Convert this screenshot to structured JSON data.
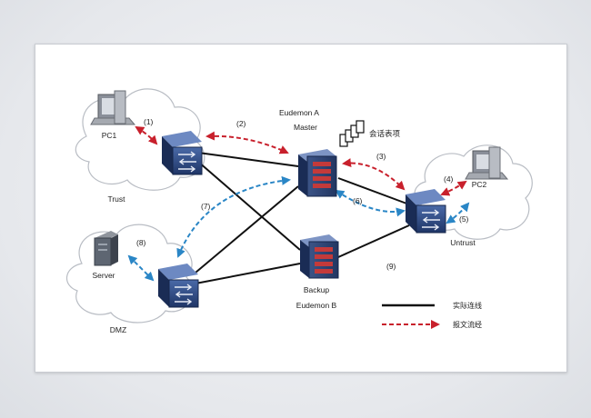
{
  "nodes": {
    "eudemon_a_title": "Eudemon A",
    "eudemon_a_role": "Master",
    "eudemon_b_role": "Backup",
    "eudemon_b_title": "Eudemon B",
    "pc1": "PC1",
    "pc2": "PC2",
    "server": "Server"
  },
  "zones": {
    "trust": "Trust",
    "untrust": "Untrust",
    "dmz": "DMZ"
  },
  "session_table_label": "会话表项",
  "steps": [
    "(1)",
    "(2)",
    "(3)",
    "(4)",
    "(5)",
    "(6)",
    "(7)",
    "(8)",
    "(9)"
  ],
  "legend": {
    "physical_link": "实际连线",
    "packet_path": "报文流经"
  },
  "colors": {
    "link": "#111111",
    "red_path": "#c8202c",
    "blue_path": "#2a86c6",
    "cloud_fill": "#ffffff",
    "cloud_stroke": "#b9bdc4",
    "switch_blue": "#2e4f8e",
    "firewall_red": "#c43a3a"
  }
}
